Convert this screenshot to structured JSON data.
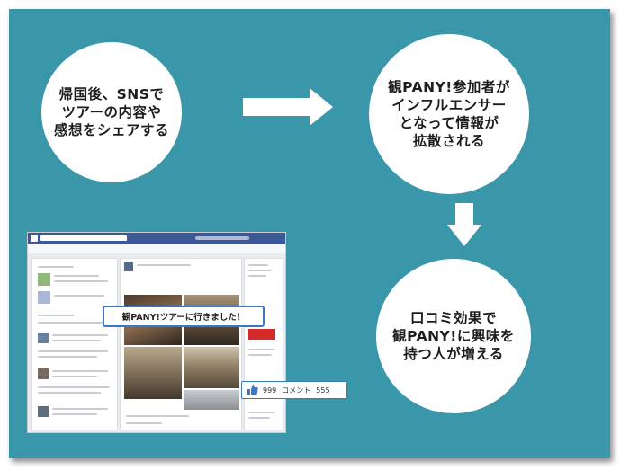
{
  "steps": [
    {
      "text": "帰国後、SNSで\nツアーの内容や\n感想をシェアする"
    },
    {
      "text": "観PANY!参加者が\nインフルエンサー\nとなって情報が\n拡散される"
    },
    {
      "text": "口コミ効果で\n観PANY!に興味を\n持つ人が増える"
    }
  ],
  "screenshot": {
    "callout": "観PANY!ツアーに行きました！",
    "like_count": "999",
    "comment_label": "コメント",
    "comment_count": "555"
  },
  "colors": {
    "background": "#3a97aa",
    "circle": "#ffffff",
    "arrow": "#ffffff",
    "facebook_blue": "#3b5998",
    "callout_border": "#3a78c2"
  },
  "icons": [
    "arrow-right-icon",
    "arrow-down-icon",
    "thumbs-up-icon"
  ]
}
